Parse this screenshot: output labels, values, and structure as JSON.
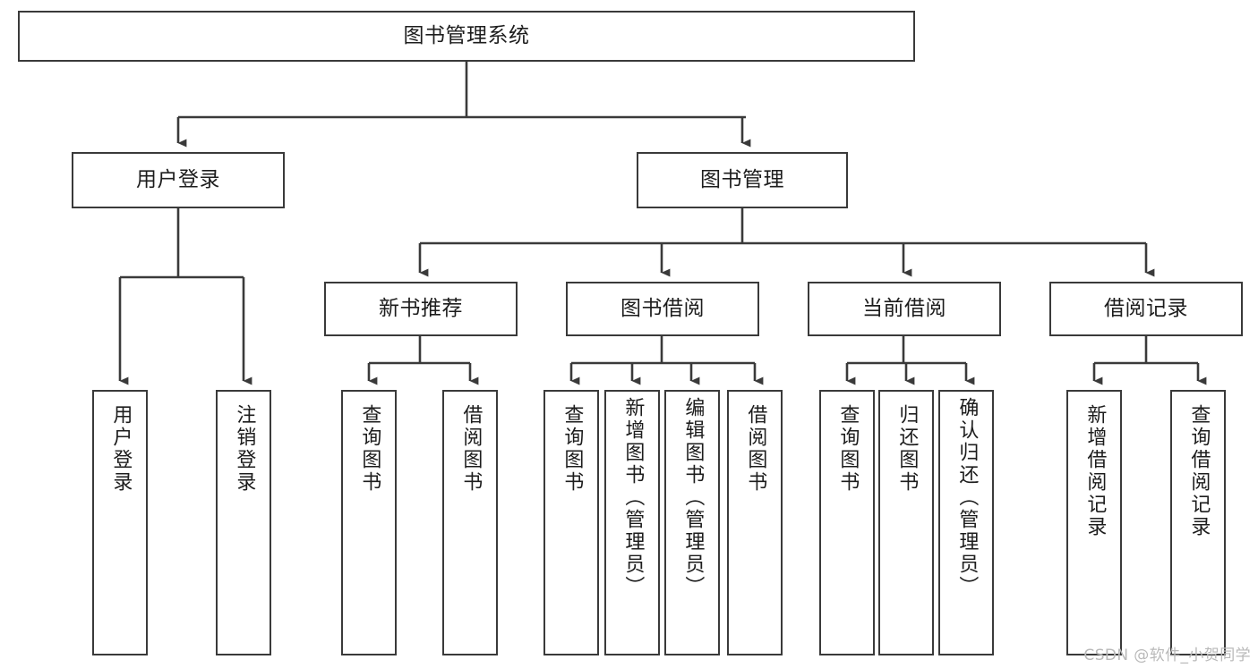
{
  "diagram": {
    "title": "图书管理系统",
    "type": "tree-structure-chart",
    "watermark": "CSDN @软件_小贺同学",
    "line_color": "#3a3a3a",
    "box_fill": "#ffffff",
    "text_color": "#1d1d1d",
    "root": {
      "label": "图书管理系统"
    },
    "level2": [
      {
        "label": "用户登录"
      },
      {
        "label": "图书管理"
      }
    ],
    "level3": [
      {
        "label": "新书推荐"
      },
      {
        "label": "图书借阅"
      },
      {
        "label": "当前借阅"
      },
      {
        "label": "借阅记录"
      }
    ],
    "leaves": {
      "user_login": [
        {
          "label": "用户登录"
        },
        {
          "label": "注销登录"
        }
      ],
      "new_book_recommend": [
        {
          "label": "查询图书"
        },
        {
          "label": "借阅图书"
        }
      ],
      "book_borrow": [
        {
          "label": "查询图书"
        },
        {
          "label": "新增图书（管理员）"
        },
        {
          "label": "编辑图书（管理员）"
        },
        {
          "label": "借阅图书"
        }
      ],
      "current_borrow": [
        {
          "label": "查询图书"
        },
        {
          "label": "归还图书"
        },
        {
          "label": "确认归还（管理员）"
        }
      ],
      "borrow_record": [
        {
          "label": "新增借阅记录"
        },
        {
          "label": "查询借阅记录"
        }
      ]
    }
  }
}
